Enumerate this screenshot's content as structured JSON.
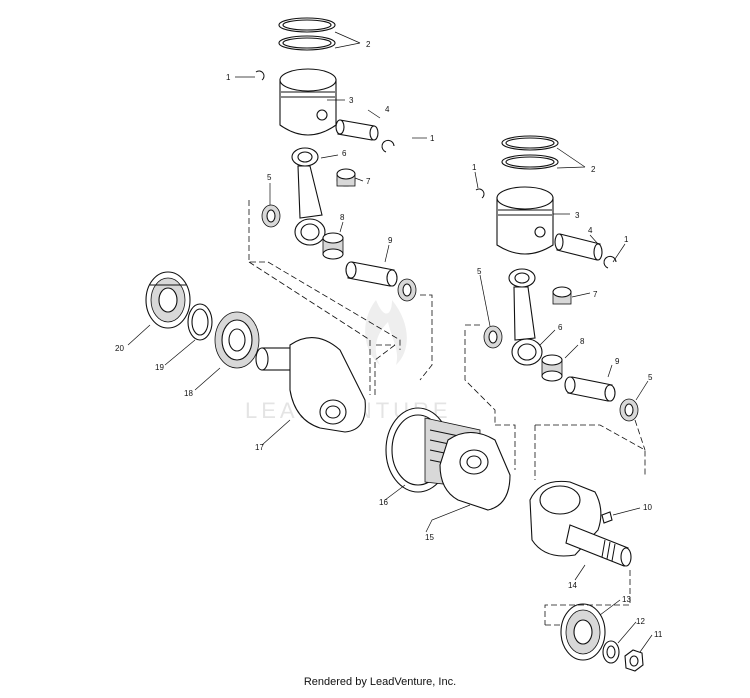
{
  "watermark": {
    "text": "LEADVENTURE"
  },
  "footer": {
    "text": "Rendered by LeadVenture, Inc."
  },
  "callouts": [
    "1",
    "2",
    "3",
    "4",
    "5",
    "6",
    "7",
    "8",
    "9",
    "10",
    "11",
    "12",
    "13",
    "14",
    "15",
    "16",
    "17",
    "18",
    "19",
    "20"
  ]
}
